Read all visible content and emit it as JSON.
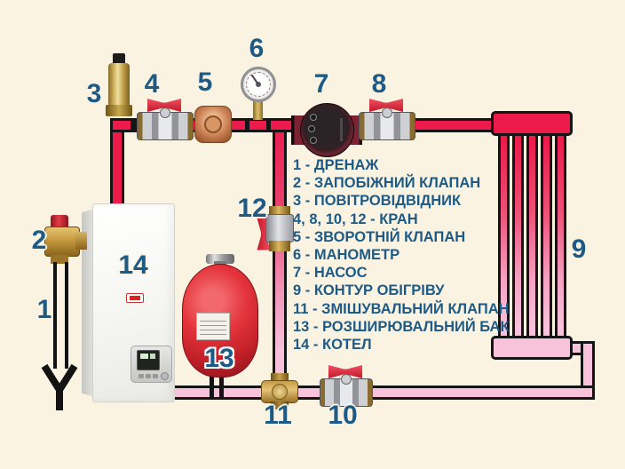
{
  "diagram_title": "heating-system-piping-diagram",
  "colors": {
    "background": "#FBF3E2",
    "pipe_hot": "#EC1B4C",
    "pipe_cold": "#F8C3DA",
    "pipe_outline": "#151515",
    "label_blue": "#1D5B86",
    "valve_handle_red": "#D92136",
    "brass": "#C9A24A",
    "tank_red": "#D8262E"
  },
  "callouts": {
    "c1": "1",
    "c2": "2",
    "c3": "3",
    "c4": "4",
    "c5": "5",
    "c6": "6",
    "c7": "7",
    "c8": "8",
    "c9": "9",
    "c10": "10",
    "c11": "11",
    "c12": "12",
    "c13": "13",
    "c14": "14"
  },
  "legend": {
    "items": [
      "1 - ДРЕНАЖ",
      "2 - ЗАПОБІЖНИЙ КЛАПАН",
      "3 - ПОВІТРОВІДВІДНИК",
      "4, 8, 10, 12 - КРАН",
      "5 - ЗВОРОТНІЙ КЛАПАН",
      "6 - МАНОМЕТР",
      "7 - НАСОС",
      "9 - КОНТУР ОБІГРІВУ",
      "11 - ЗМІШУВАЛЬНИЙ КЛАПАН",
      "13 - РОЗШИРЮВАЛЬНИЙ БАК",
      "14 - КОТЕЛ"
    ]
  },
  "components": {
    "1": "drain",
    "2": "safety-valve",
    "3": "air-vent",
    "4": "ball-valve",
    "5": "check-valve",
    "6": "manometer",
    "7": "pump",
    "8": "ball-valve",
    "9": "heating-circuit-radiator",
    "10": "ball-valve",
    "11": "mixing-valve",
    "12": "ball-valve",
    "13": "expansion-tank",
    "14": "boiler"
  }
}
